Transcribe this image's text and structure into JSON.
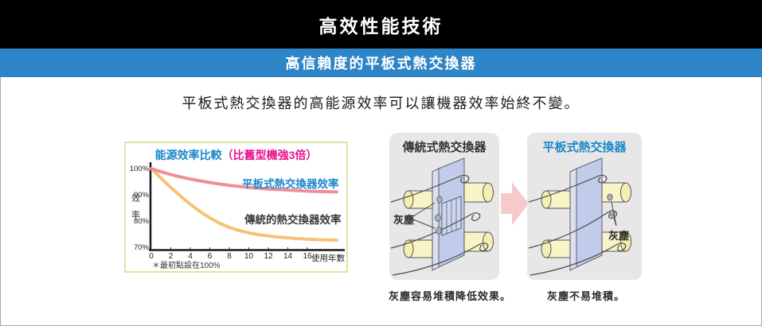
{
  "page": {
    "header_title": "高效性能技術",
    "banner_title": "高信賴度的平板式熱交換器",
    "lead_text": "平板式熱交換器的高能源效率可以讓機器效率始終不變。"
  },
  "chart_data": {
    "type": "line",
    "title": "能源效率比較",
    "title_highlight": "（比舊型機強3倍）",
    "ylabel": "效率",
    "xlabel": "使用年數",
    "footnote": "＊最初點設在100%",
    "grid": false,
    "xlim": [
      0,
      19
    ],
    "ylim": [
      70,
      100
    ],
    "x_ticks": [
      "0",
      "2",
      "4",
      "6",
      "8",
      "10",
      "12",
      "14",
      "16"
    ],
    "y_ticks": [
      "100%",
      "90%",
      "80%",
      "70%"
    ],
    "y_tick_values": [
      100,
      90,
      80,
      70
    ],
    "series": [
      {
        "name": "平板式熱交換器效率",
        "color": "#ef8e96",
        "label_color": "#1d87c9",
        "x": [
          0,
          1,
          2,
          3,
          4,
          5,
          6,
          7,
          8,
          9,
          10,
          11,
          12,
          13,
          14,
          15,
          16,
          17,
          18,
          19
        ],
        "values": [
          100,
          98.8,
          97.7,
          96.8,
          96.0,
          95.3,
          94.7,
          94.1,
          93.6,
          93.2,
          92.8,
          92.5,
          92.2,
          92.0,
          91.8,
          91.6,
          91.4,
          91.3,
          91.2,
          91.1
        ]
      },
      {
        "name": "傳統的熱交換器效率",
        "color": "#f6c276",
        "label_color": "#3a3a3a",
        "x": [
          0,
          1,
          2,
          3,
          4,
          5,
          6,
          7,
          8,
          9,
          10,
          11,
          12,
          13,
          14,
          15,
          16,
          17,
          18,
          19
        ],
        "values": [
          100,
          96.3,
          92.8,
          89.5,
          86.4,
          83.6,
          81.2,
          79.2,
          77.6,
          76.4,
          75.5,
          74.8,
          74.3,
          73.9,
          73.6,
          73.3,
          73.1,
          72.9,
          72.8,
          72.7
        ]
      }
    ]
  },
  "diagrams": {
    "traditional": {
      "title": "傳統式熱交換器",
      "dust_label": "灰塵",
      "caption": "灰塵容易堆積降低效果。"
    },
    "plate": {
      "title": "平板式熱交換器",
      "dust_label": "灰塵",
      "caption": "灰塵不易堆積。"
    }
  },
  "colors": {
    "header_bg": "#000000",
    "banner_bg": "#2d85c7",
    "accent_blue": "#1d87c9",
    "accent_magenta": "#ea128c",
    "series_plate": "#ef8e96",
    "series_traditional": "#f6c276",
    "chart_border": "#e2e2a6",
    "panel_bg": "#e7e7e7",
    "arrow_pink": "#f6caca",
    "plate_fill": "#c2cbe9",
    "tube_fill": "#f8f4c6"
  }
}
